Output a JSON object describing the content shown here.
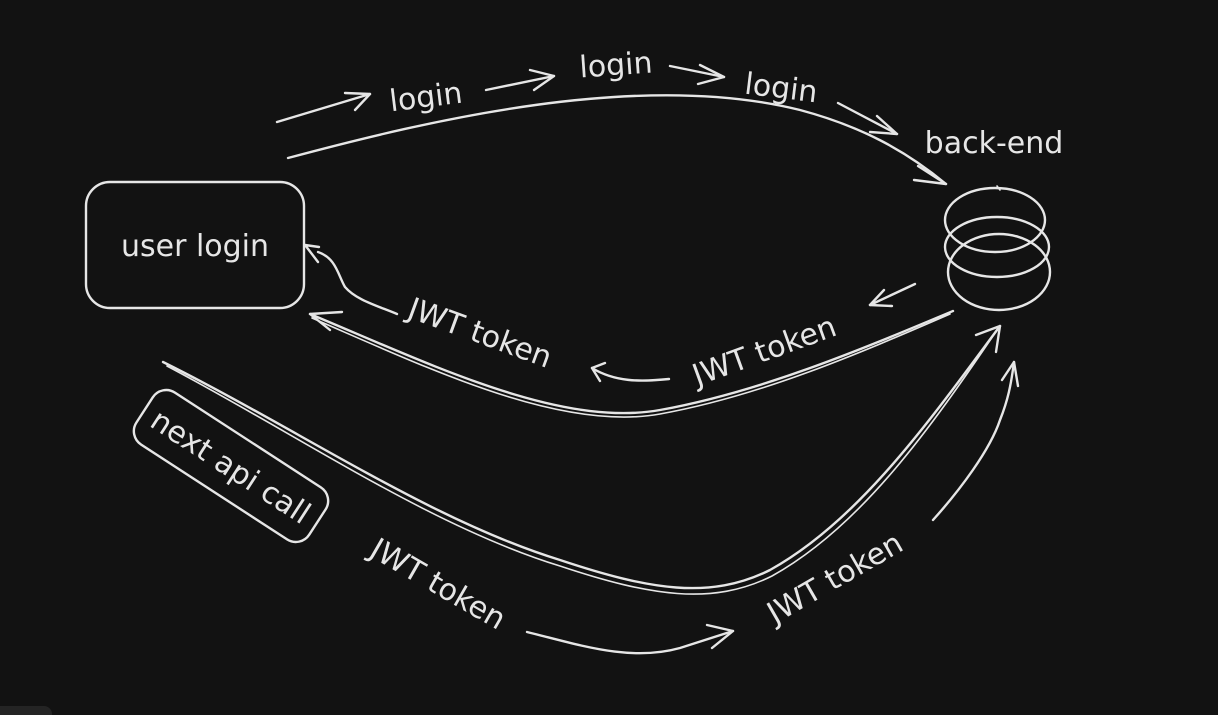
{
  "nodes": {
    "user_login": "user login",
    "backend": "back-end",
    "next_api_call": "next api call"
  },
  "edges": {
    "login_1": "login",
    "login_2": "login",
    "login_3": "login",
    "jwt_return_1": "JWT token",
    "jwt_return_2": "JWT token",
    "jwt_next_1": "JWT token",
    "jwt_next_2": "JWT token"
  },
  "style": {
    "background": "#121212",
    "stroke": "#e6e6e6"
  }
}
